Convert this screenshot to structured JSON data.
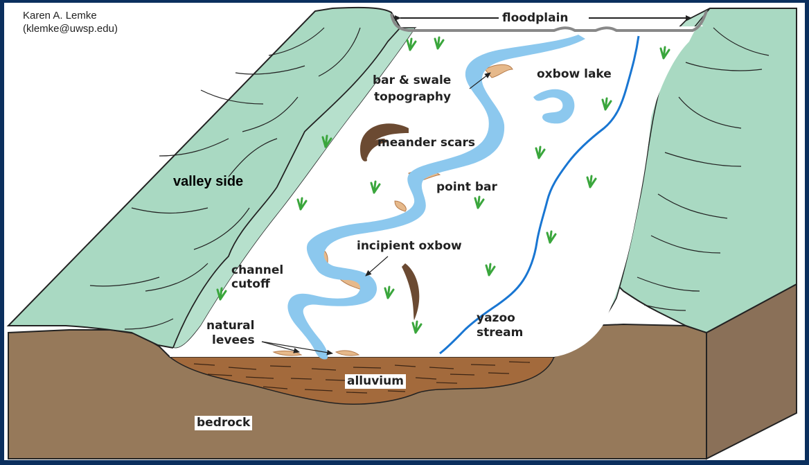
{
  "credit": {
    "author": "Karen A. Lemke",
    "email": "(klemke@uwsp.edu)"
  },
  "labels": {
    "floodplain": "floodplain",
    "bar_swale_1": "bar & swale",
    "bar_swale_2": "topography",
    "oxbow_lake": "oxbow lake",
    "meander_scars": "meander scars",
    "valley_side": "valley side",
    "point_bar": "point bar",
    "incipient_oxbow": "incipient oxbow",
    "channel_cutoff_1": "channel",
    "channel_cutoff_2": "cutoff",
    "natural_levees_1": "natural",
    "natural_levees_2": "levees",
    "yazoo_1": "yazoo",
    "yazoo_2": "stream",
    "alluvium": "alluvium",
    "bedrock": "bedrock"
  },
  "colors": {
    "frame": "#0b2f5e",
    "valley_wall": "#a9d9c2",
    "floodplain": "#ffffff",
    "river": "#8cc8ee",
    "yazoo": "#1976d2",
    "point_bar": "#e6b98b",
    "alluvium": "#a36a3c",
    "bedrock": "#96795a",
    "meander_scar": "#6b4a32",
    "grass": "#3aa63c"
  },
  "icons": {
    "grass": "grass-tuft-icon",
    "arrow": "pointer-arrow-icon"
  }
}
